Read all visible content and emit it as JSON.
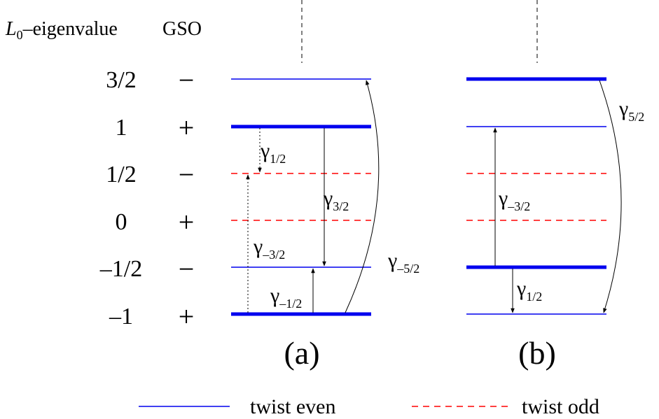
{
  "header": {
    "eigen_symbol": "L",
    "eigen_sub": "0",
    "eigen_rest": "–eigenvalue",
    "gso": "GSO"
  },
  "levels": [
    {
      "value": "3/2",
      "gso": "−"
    },
    {
      "value": "1",
      "gso": "+"
    },
    {
      "value": "1/2",
      "gso": "−"
    },
    {
      "value": "0",
      "gso": "+"
    },
    {
      "value": "–1/2",
      "gso": "−"
    },
    {
      "value": "–1",
      "gso": "+"
    }
  ],
  "panels": {
    "a": {
      "label": "(a)",
      "gamma_half": {
        "base": "γ",
        "sub": "1/2"
      },
      "gamma_3half": {
        "base": "γ",
        "sub": "3/2"
      },
      "gamma_m3half": {
        "base": "γ",
        "sub": "–3/2"
      },
      "gamma_m5half": {
        "base": "γ",
        "sub": "–5/2"
      },
      "gamma_mhalf": {
        "base": "γ",
        "sub": "–1/2"
      }
    },
    "b": {
      "label": "(b)",
      "gamma_5half": {
        "base": "γ",
        "sub": "5/2"
      },
      "gamma_m3half": {
        "base": "γ",
        "sub": "–3/2"
      },
      "gamma_half": {
        "base": "γ",
        "sub": "1/2"
      }
    }
  },
  "legend": {
    "even": "twist even",
    "odd": "twist odd"
  },
  "colors": {
    "even": "#0000ee",
    "odd": "#ff0000",
    "ink": "#000000"
  }
}
